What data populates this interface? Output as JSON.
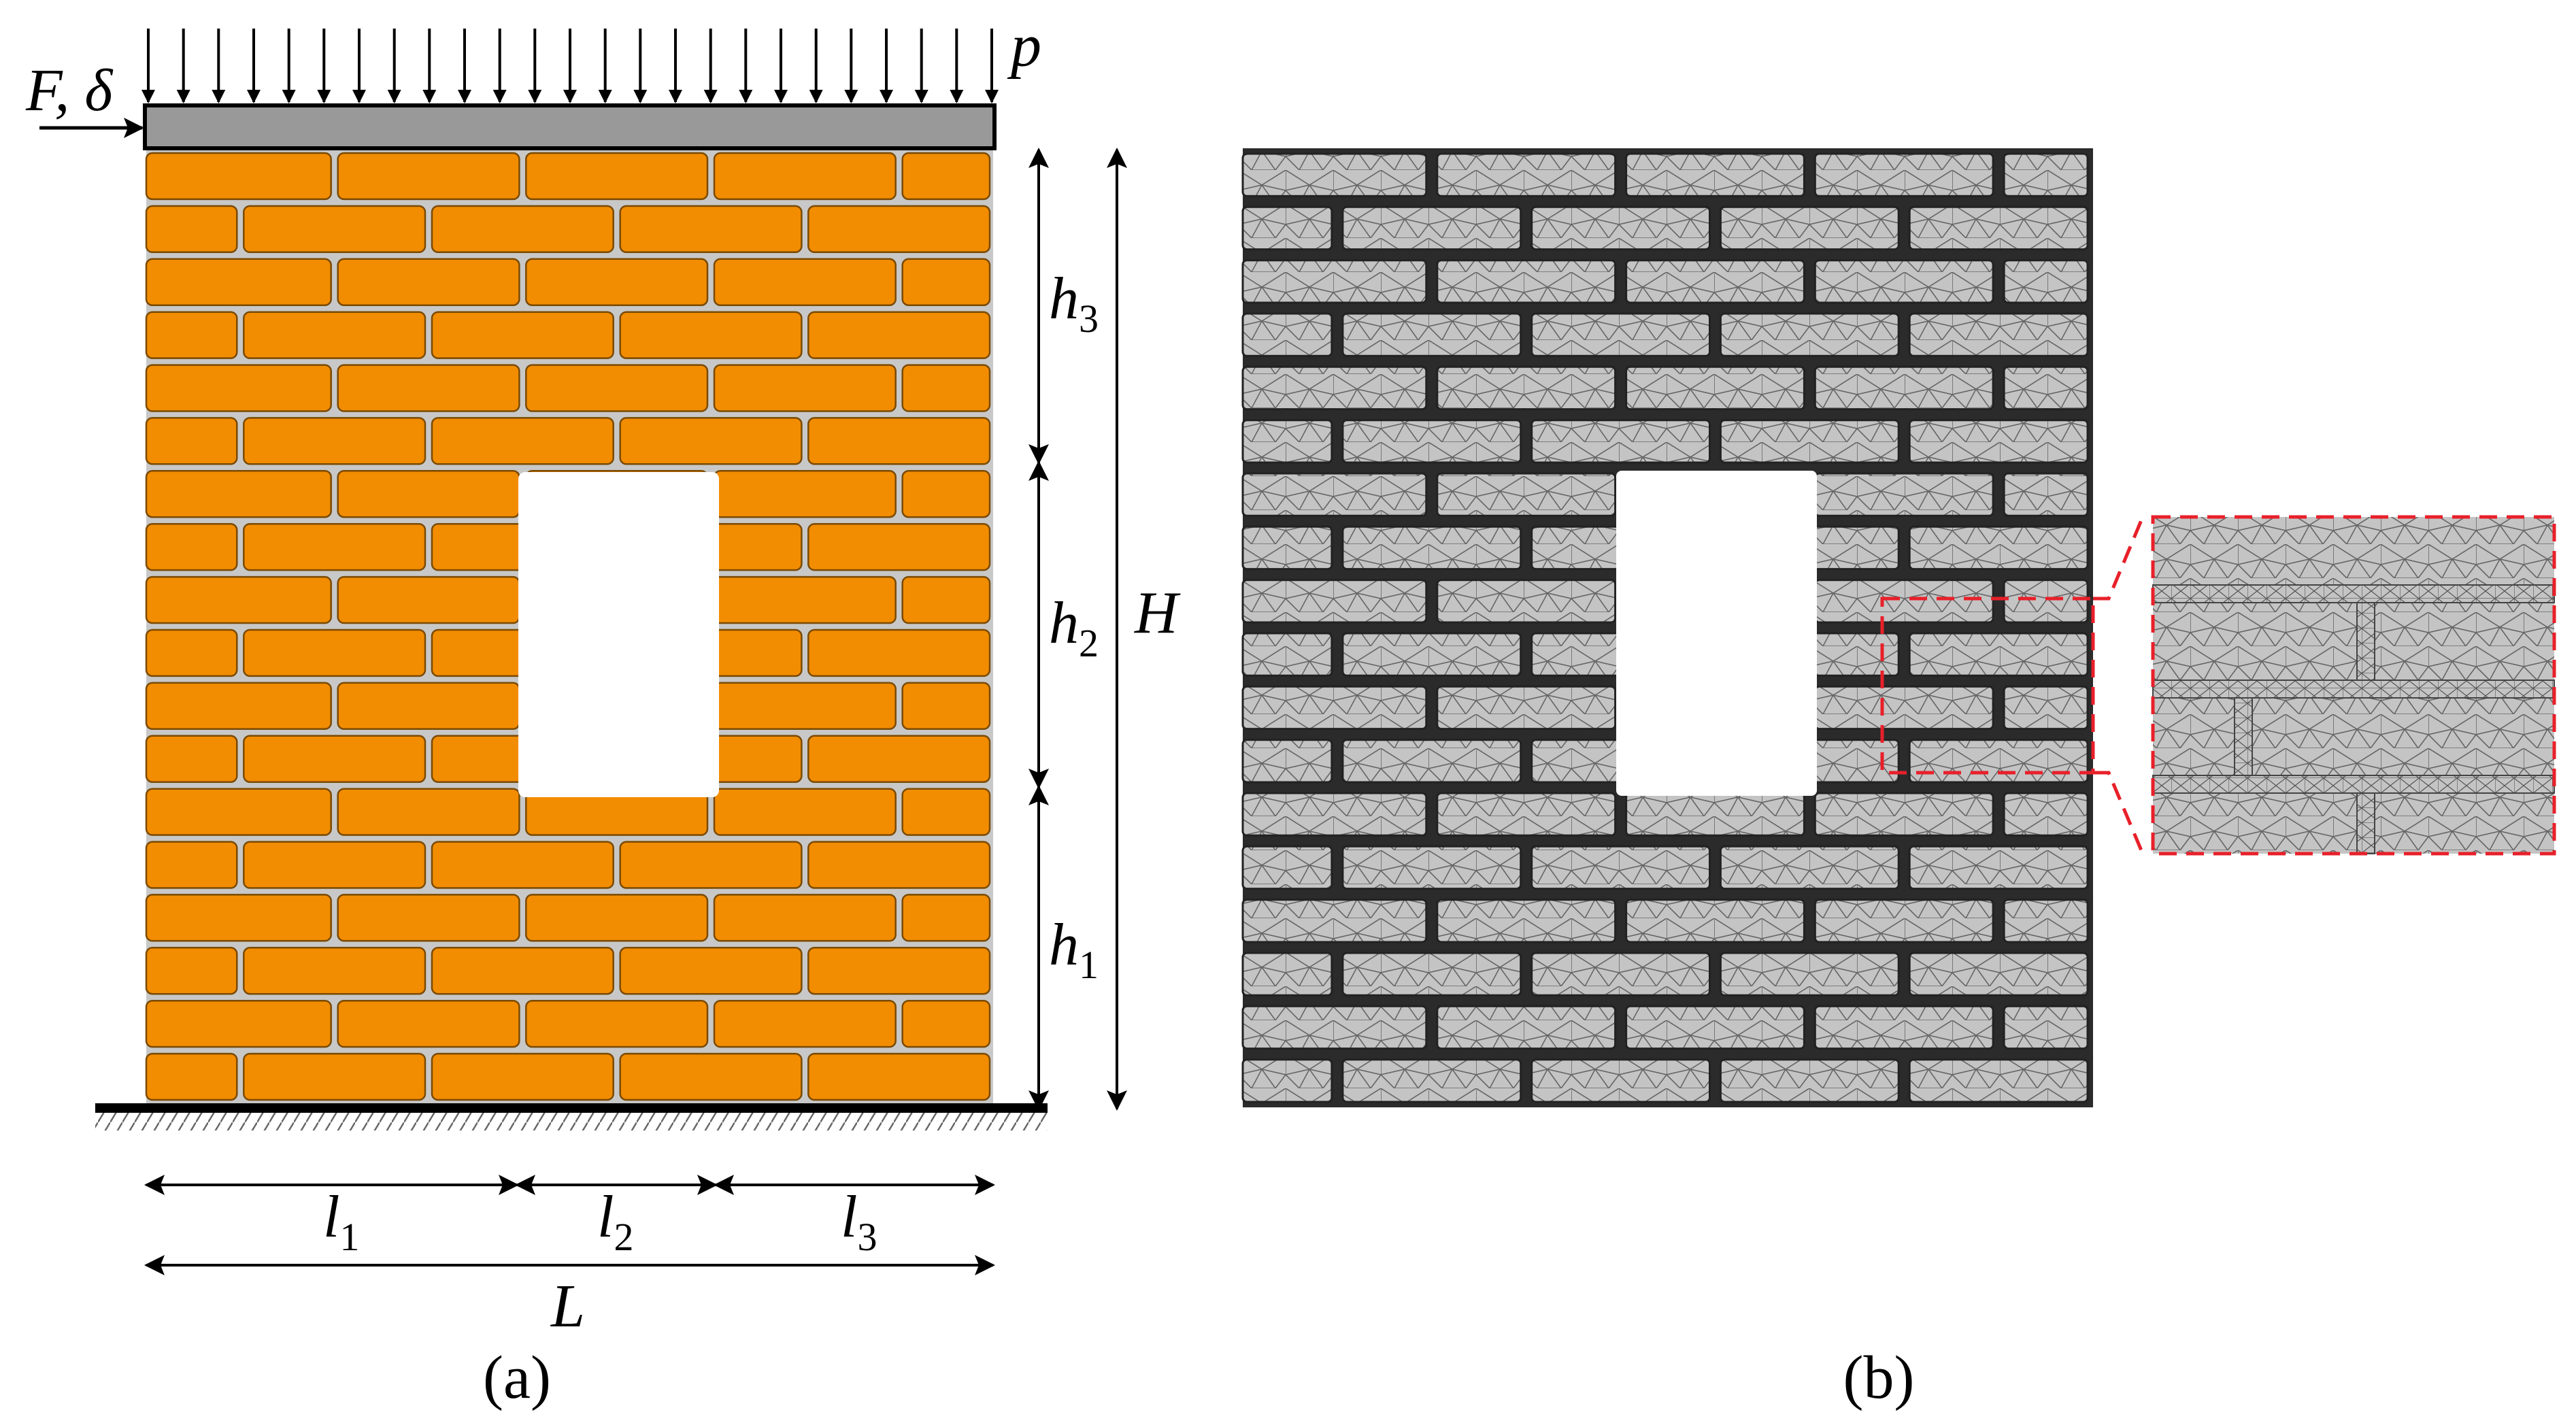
{
  "panel_a": {
    "caption": "(a)",
    "load_label": "F, δ",
    "pressure_label": "p",
    "height_total_label": "H",
    "height_labels": [
      {
        "base": "h",
        "sub": "3"
      },
      {
        "base": "h",
        "sub": "2"
      },
      {
        "base": "h",
        "sub": "1"
      }
    ],
    "length_labels": [
      {
        "base": "l",
        "sub": "1"
      },
      {
        "base": "l",
        "sub": "2"
      },
      {
        "base": "l",
        "sub": "3"
      }
    ],
    "length_total_label": "L"
  },
  "panel_b": {
    "caption": "(b)"
  },
  "wall": {
    "courses": 18,
    "opening_courses": 6,
    "bricks_per_course_full": 5,
    "pressure_arrow_count": 25
  },
  "colors": {
    "brick": "#f28c00",
    "brick_stroke": "#7a4a00",
    "mortar": "#c8c8c8",
    "beam": "#999999",
    "mesh_fill": "#c4c4c4",
    "mesh_joint": "#2b2b2b",
    "mesh_line": "#555555",
    "zoom_box": "#e8202a"
  }
}
